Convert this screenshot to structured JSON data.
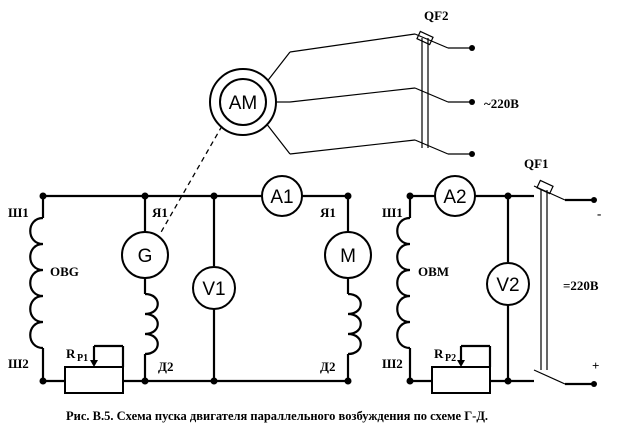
{
  "caption": "Рис. В.5. Схема пуска двигателя параллельного возбуждения по схеме Г-Д.",
  "meters": {
    "am": "AM",
    "g": "G",
    "m": "M",
    "a1": "A1",
    "a2": "A2",
    "v1": "V1",
    "v2": "V2"
  },
  "switches": {
    "qf2": "QF2",
    "qf1": "QF1"
  },
  "supply": {
    "ac": "~220В",
    "dc": "=220В",
    "minus": "-",
    "plus": "+"
  },
  "terminals": {
    "sh1_left": "Ш1",
    "sh2_left": "Ш2",
    "ya1_g": "Я1",
    "d2_g": "Д2",
    "ya1_m": "Я1",
    "d2_m": "Д2",
    "sh1_right": "Ш1",
    "sh2_right": "Ш2"
  },
  "windings": {
    "obg": "OBG",
    "obm": "OBM"
  },
  "rheostats": {
    "rp1_main": "R",
    "rp1_sub": "P1",
    "rp2_main": "R",
    "rp2_sub": "P2"
  }
}
